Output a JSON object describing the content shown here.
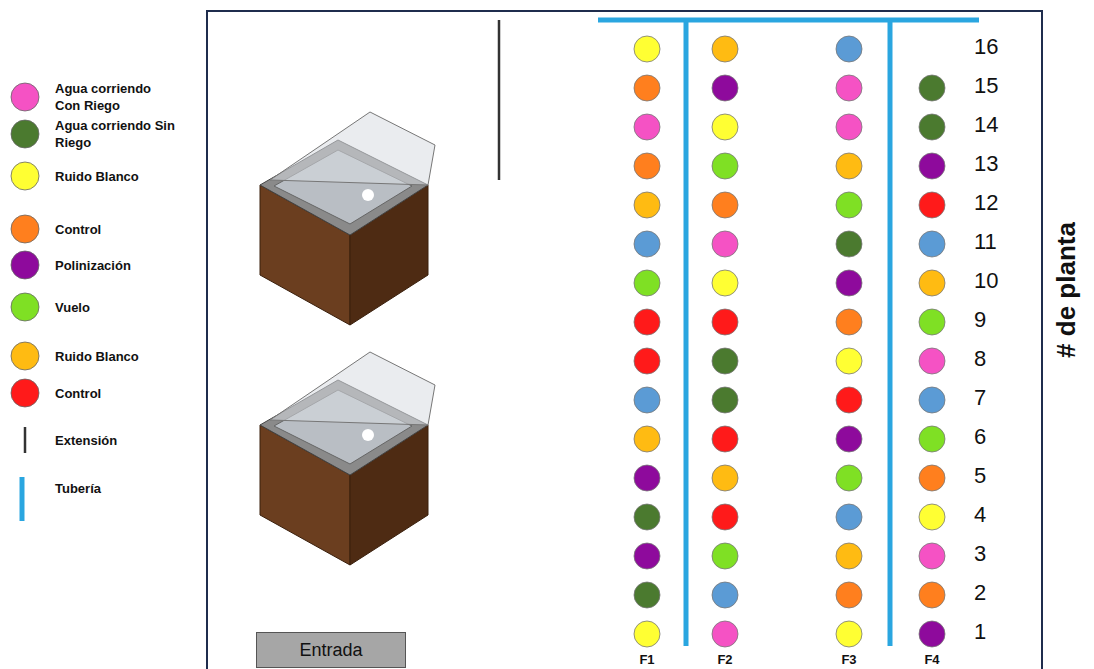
{
  "diagram": {
    "nodes": [
      {
        "text": [
          "Entrada"
        ]
      }
    ],
    "labels": [
      "16",
      "15",
      "14",
      "13",
      "12",
      "11",
      "10",
      "9",
      "8",
      "7",
      "6",
      "5",
      "4",
      "3",
      "2",
      "1",
      "F1",
      "F2",
      "F3",
      "F4",
      "# de planta"
    ],
    "legend": [
      {
        "text": "Agua corriendo Con Riego",
        "color": "#f552c4"
      },
      {
        "text": "Agua corriendo Sin Riego",
        "color": "#4b7a2f"
      },
      {
        "text": "Ruido Blanco",
        "color": "#ffff33"
      },
      {
        "text": "Control",
        "color": "#ff7f1e"
      },
      {
        "text": "Polinización",
        "color": "#8e0a9c"
      },
      {
        "text": "Vuelo",
        "color": "#7fe024"
      },
      {
        "text": "Ruido Blanco",
        "color": "#ffbb12"
      },
      {
        "text": "Control",
        "color": "#ff1a1a"
      },
      {
        "text": "Extensión"
      },
      {
        "text": "Tubería"
      }
    ]
  }
}
